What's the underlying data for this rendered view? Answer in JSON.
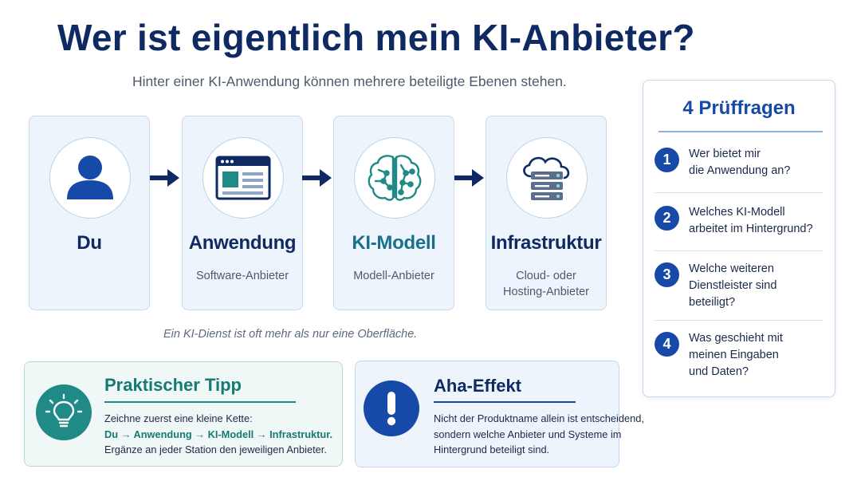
{
  "title": "Wer ist eigentlich mein KI-Anbieter?",
  "subtitle": "Hinter einer KI-Anwendung können mehrere beteiligte Ebenen stehen.",
  "chain": [
    {
      "name": "Du",
      "role": "",
      "icon": "user-icon"
    },
    {
      "name": "Anwendung",
      "role": "Software-Anbieter",
      "icon": "app-window-icon"
    },
    {
      "name": "KI-Modell",
      "role": "Modell-Anbieter",
      "icon": "brain-network-icon"
    },
    {
      "name": "Infrastruktur",
      "role_line1": "Cloud- oder",
      "role_line2": "Hosting-Anbieter",
      "icon": "cloud-server-icon"
    }
  ],
  "caption": "Ein KI-Dienst ist oft mehr als nur eine Oberfläche.",
  "tip": {
    "heading": "Praktischer Tipp",
    "line1": "Zeichne zuerst eine kleine Kette:",
    "chain_line": "Du → Anwendung → KI-Modell → Infrastruktur.",
    "line3": "Ergänze an jeder Station den jeweiligen Anbieter.",
    "icon": "lightbulb-icon"
  },
  "aha": {
    "heading": "Aha-Effekt",
    "line1": "Nicht der Produktname allein ist entscheidend,",
    "line2": "sondern welche Anbieter und Systeme im",
    "line3": "Hintergrund beteiligt sind.",
    "icon": "exclamation-icon"
  },
  "questions": {
    "heading": "4 Prüffragen",
    "items": [
      {
        "num": "1",
        "lines": [
          "Wer bietet mir",
          "die Anwendung an?"
        ]
      },
      {
        "num": "2",
        "lines": [
          "Welches KI-Modell",
          "arbeitet im Hintergrund?"
        ]
      },
      {
        "num": "3",
        "lines": [
          "Welche weiteren",
          "Dienstleister sind",
          "beteiligt?"
        ]
      },
      {
        "num": "4",
        "lines": [
          "Was geschieht mit",
          "meinen Eingaben",
          "und Daten?"
        ]
      }
    ]
  },
  "colors": {
    "navy": "#0f2a63",
    "blue": "#1649a8",
    "teal": "#1f8a86",
    "card_bg": "#eef4fb"
  }
}
